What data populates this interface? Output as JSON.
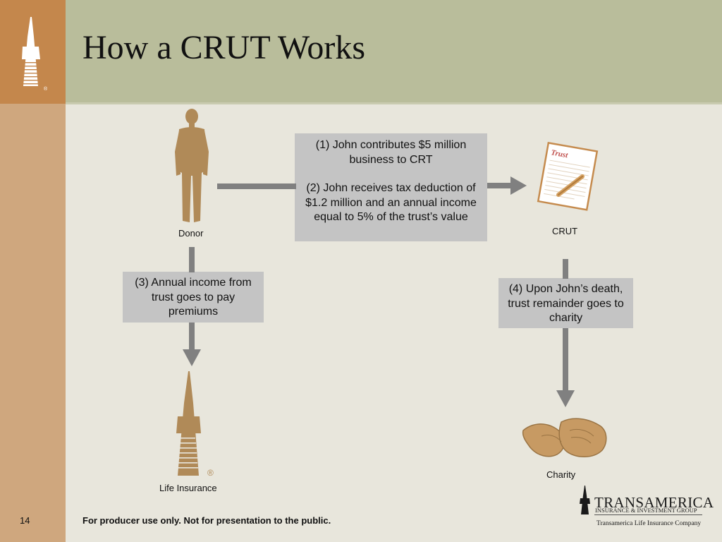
{
  "header": {
    "title": "How a CRUT Works"
  },
  "nodes": {
    "donor": {
      "label": "Donor"
    },
    "crut": {
      "label": "CRUT",
      "document_title": "Trust"
    },
    "life_insurance": {
      "label": "Life Insurance"
    },
    "charity": {
      "label": "Charity"
    }
  },
  "steps": {
    "step1": "(1) John contributes $5 million business to CRT",
    "step2": "(2) John receives tax deduction of $1.2 million and an annual income equal to 5% of the trust’s value",
    "step3": "(3) Annual income from trust goes to pay premiums",
    "step4": "(4) Upon John’s death, trust remainder goes to charity"
  },
  "footer": {
    "page_number": "14",
    "disclaimer": "For producer use only. Not for presentation to the public.",
    "brand_name": "TRANSAMERICA",
    "brand_tagline": "INSURANCE & INVESTMENT GROUP",
    "brand_company": "Transamerica Life Insurance Company"
  },
  "colors": {
    "header_band": "#b9bd9b",
    "sidebar_top": "#c4874c",
    "sidebar_bottom": "#cfa77e",
    "background": "#e8e6dc",
    "step_box": "#c4c4c4",
    "arrow": "#808080",
    "figure": "#b08a58"
  },
  "icons": {
    "sidebar_logo": "transamerica-pyramid-icon",
    "donor": "person-silhouette-icon",
    "crut": "trust-document-pen-icon",
    "life_insurance": "transamerica-pyramid-icon",
    "charity": "open-hands-icon"
  }
}
